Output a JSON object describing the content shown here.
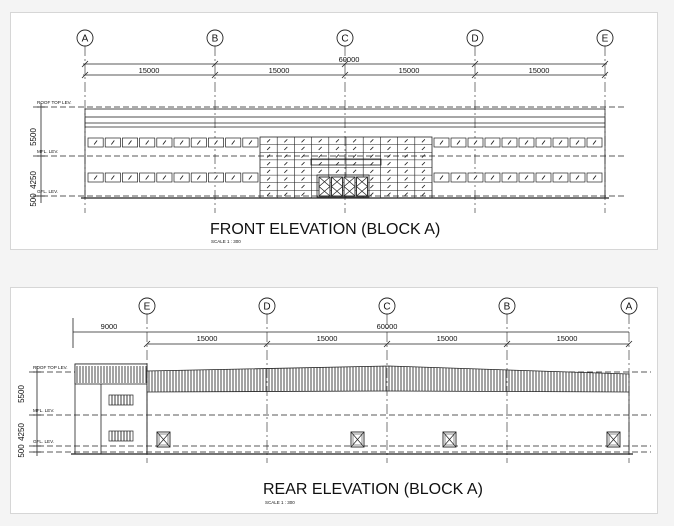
{
  "front": {
    "title": "FRONT ELEVATION  (BLOCK A)",
    "scale": "SCALE  1 : 300",
    "grid_labels": [
      "A",
      "B",
      "C",
      "D",
      "E"
    ],
    "overall_dim": "60000",
    "bay_dims": [
      "15000",
      "15000",
      "15000",
      "15000"
    ],
    "levels": [
      "ROOF TOP LEV.",
      "MFL. LEV.",
      "GFL. LEV."
    ],
    "vertical_dims": [
      "5500",
      "4250",
      "500"
    ]
  },
  "rear": {
    "title": "REAR ELEVATION  (BLOCK A)",
    "scale": "SCALE  1 : 300",
    "grid_labels": [
      "E",
      "D",
      "C",
      "B",
      "A"
    ],
    "overall_dim": "60000",
    "annex_dim": "9000",
    "bay_dims": [
      "15000",
      "15000",
      "15000",
      "15000"
    ],
    "levels": [
      "ROOF TOP LEV.",
      "MFL. LEV.",
      "GFL. LEV."
    ],
    "vertical_dims": [
      "5500",
      "4250",
      "500"
    ]
  },
  "colors": {
    "line": "#222222",
    "panel_border": "#d6d6d6",
    "background": "#f4f4f4"
  }
}
